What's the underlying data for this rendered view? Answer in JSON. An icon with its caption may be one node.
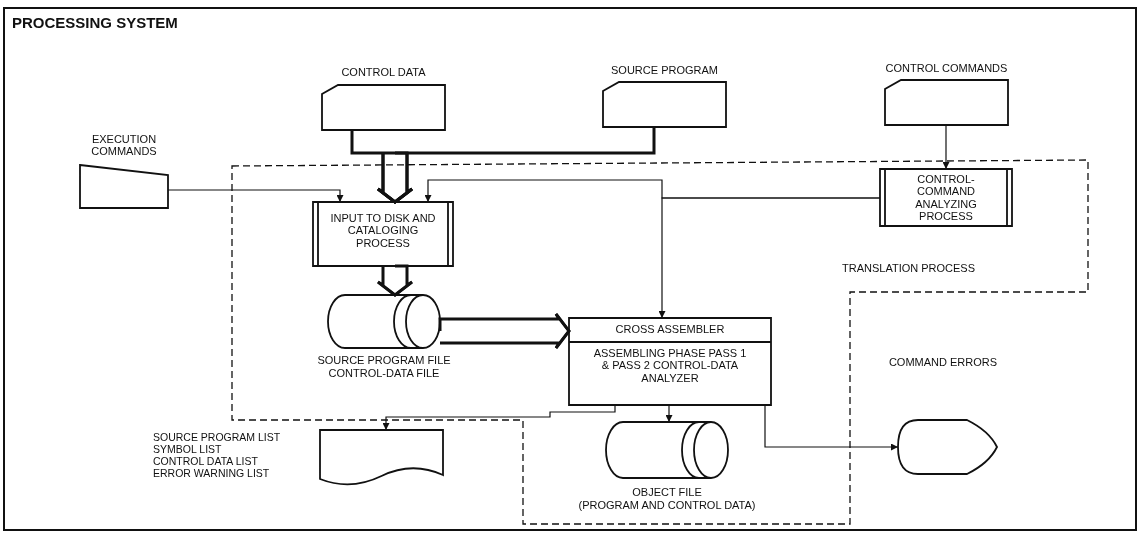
{
  "diagram": {
    "title": "PROCESSING SYSTEM",
    "nodes": [
      {
        "text": [
          "TRANSLATION PROCESS"
        ]
      },
      {
        "text": [
          "CONTROL DATA"
        ]
      },
      {
        "text": [
          "SOURCE PROGRAM"
        ]
      },
      {
        "text": [
          "CONTROL COMMANDS"
        ]
      },
      {
        "text": [
          "EXECUTION COMMANDS"
        ]
      },
      {
        "text": [
          "INPUT TO DISK AND CATALOGING PROCESS"
        ],
        "in": 0
      },
      {
        "text": [
          "CONTROL-COMMAND ANALYZING PROCESS"
        ],
        "in": 0
      },
      {
        "text": [
          "SOURCE PROGRAM FILE",
          "CONTROL-DATA FILE"
        ],
        "in": 0
      },
      {
        "text": [
          "CROSS ASSEMBLER",
          "ASSEMBLING PHASE PASS 1 & PASS 2 CONTROL-DATA ANALYZER"
        ],
        "in": 0
      },
      {
        "text": [],
        "shape": "document"
      },
      {
        "text": [
          "OBJECT FILE",
          "(PROGRAM AND CONTROL DATA)"
        ],
        "in": 0
      },
      {
        "text": [
          "COMMAND ERRORS"
        ]
      }
    ],
    "edges": [
      {
        "from": 1,
        "to": 5,
        "arrow": "to",
        "style": "thick"
      },
      {
        "from": 2,
        "to": 5,
        "arrow": "to",
        "style": "thick"
      },
      {
        "from": 4,
        "to": 5,
        "arrow": "to"
      },
      {
        "from": 3,
        "to": 6,
        "arrow": "to"
      },
      {
        "from": 6,
        "to": 5,
        "arrow": "to"
      },
      {
        "from": 6,
        "to": 8,
        "arrow": "to"
      },
      {
        "from": 5,
        "to": 7,
        "arrow": "to",
        "style": "thick"
      },
      {
        "from": 7,
        "to": 8,
        "arrow": "to",
        "style": "thick"
      },
      {
        "from": 8,
        "to": 9,
        "arrow": "to"
      },
      {
        "from": 8,
        "to": 10,
        "arrow": "to"
      },
      {
        "from": 8,
        "to": 11,
        "arrow": "to"
      }
    ],
    "labels": [
      "SOURCE PROGRAM LIST",
      "SYMBOL LIST",
      "CONTROL DATA LIST",
      "ERROR WARNING LIST"
    ]
  }
}
